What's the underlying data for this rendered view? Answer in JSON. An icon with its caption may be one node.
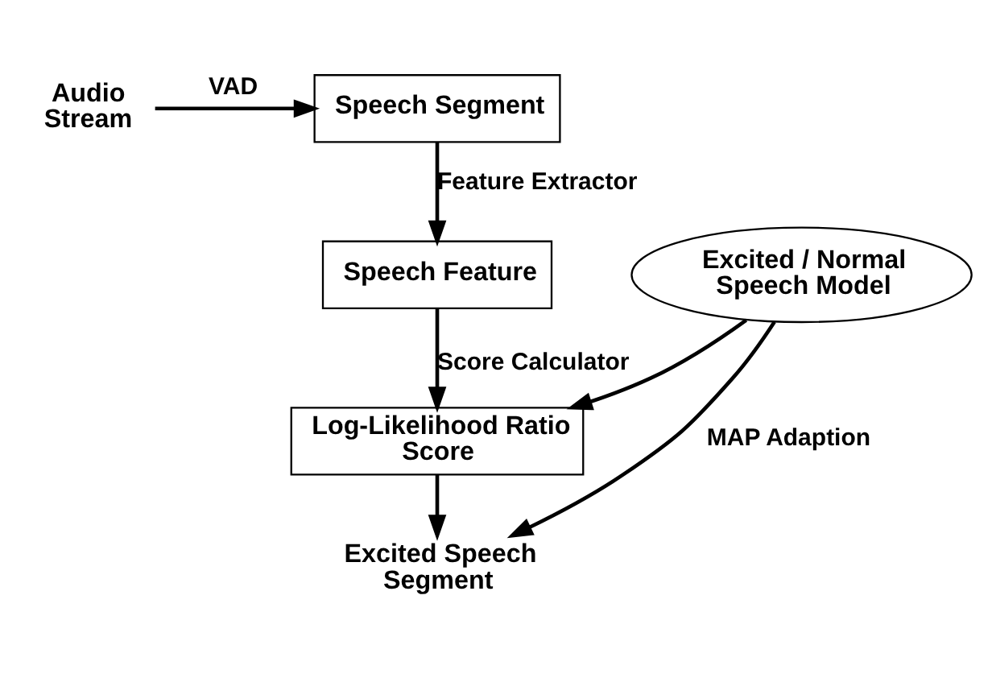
{
  "diagram": {
    "nodes": [
      {
        "text": [
          "Audio Stream"
        ]
      },
      {
        "text": [
          "Speech Segment"
        ]
      },
      {
        "text": [
          "Speech Feature"
        ]
      },
      {
        "text": [
          "Log-Likelihood Ratio Score"
        ]
      },
      {
        "text": [
          "Excited / Normal Speech Model"
        ]
      },
      {
        "text": [
          "Excited Speech Segment"
        ]
      }
    ],
    "edges": [
      {
        "from": 0,
        "to": 1,
        "arrow": "to",
        "label": "VAD"
      },
      {
        "from": 1,
        "to": 2,
        "arrow": "to",
        "label": "Feature Extractor"
      },
      {
        "from": 2,
        "to": 3,
        "arrow": "to",
        "label": "Score Calculator"
      },
      {
        "from": 4,
        "to": 3,
        "arrow": "to"
      },
      {
        "from": 3,
        "to": 5,
        "arrow": "to"
      },
      {
        "from": 4,
        "to": 5,
        "arrow": "to",
        "label": "MAP Adaption"
      }
    ]
  }
}
